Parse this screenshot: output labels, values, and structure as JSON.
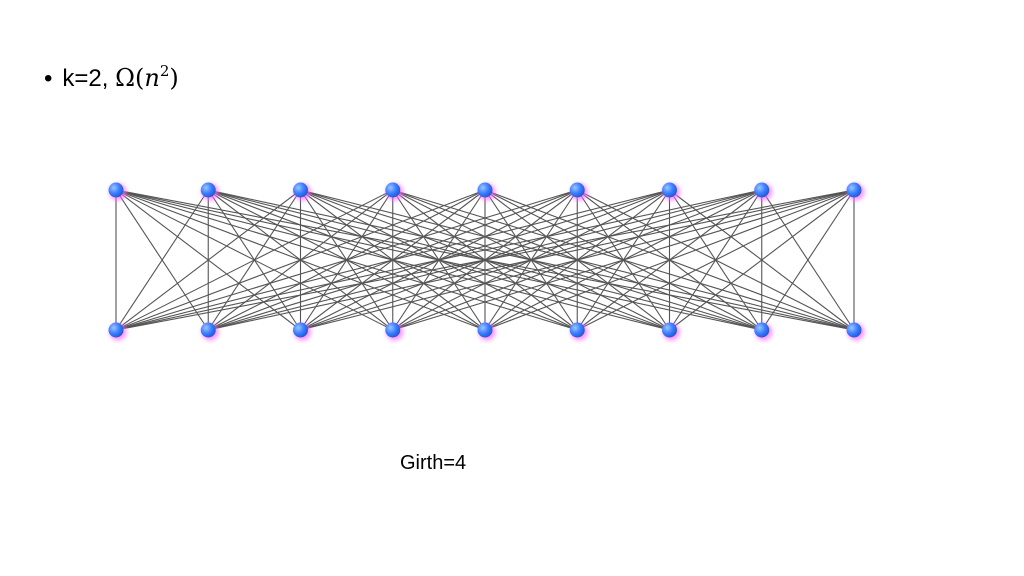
{
  "bullet": {
    "marker": "•",
    "text": "k=2,",
    "math_symbol": "Ω",
    "math_open": "(",
    "math_var": "n",
    "math_exponent": "2",
    "math_close": ")"
  },
  "graph": {
    "type": "complete-bipartite",
    "top_vertex_count": 9,
    "bottom_vertex_count": 9,
    "edge_color": "#555555",
    "vertex_color": "#3a7fff",
    "vertex_glow_color": "#ff66ff"
  },
  "caption": "Girth=4"
}
